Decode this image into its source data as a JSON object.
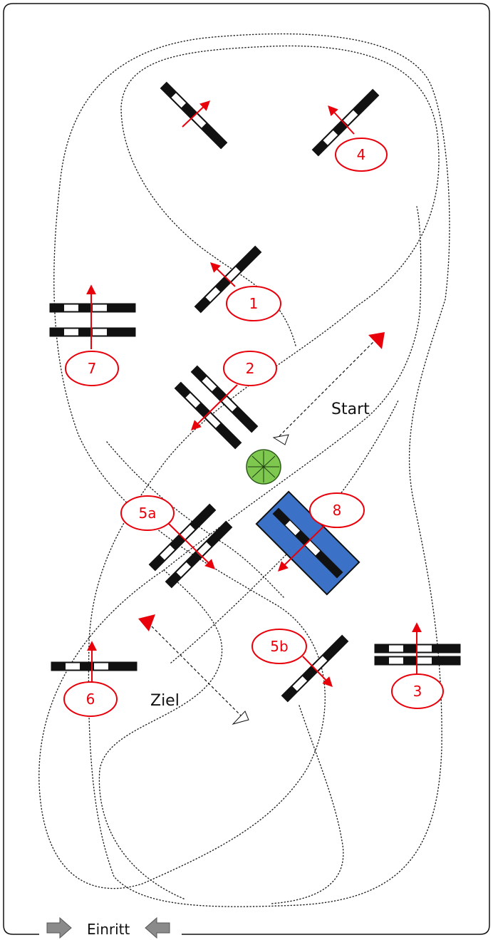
{
  "colors": {
    "number_red": "#e8000b",
    "pole_black": "#111111",
    "pole_white": "#ffffff",
    "blue_obstacle": "#3b72c7",
    "bush_green": "#7ec850",
    "entry_arrow_grey": "#8a8a8a"
  },
  "obstacle_numbers": {
    "o1": "1",
    "o2": "2",
    "o3": "3",
    "o4": "4",
    "o5a": "5a",
    "o5b": "5b",
    "o6": "6",
    "o7": "7",
    "o8": "8"
  },
  "labels": {
    "start": "Start",
    "finish": "Ziel",
    "entry": "Einritt"
  },
  "icons": {
    "entry_left": "right-arrow-icon",
    "entry_right": "left-arrow-icon",
    "bush": "bush-icon",
    "start_flag": "start-flag-icon",
    "finish_flag": "finish-flag-icon"
  }
}
